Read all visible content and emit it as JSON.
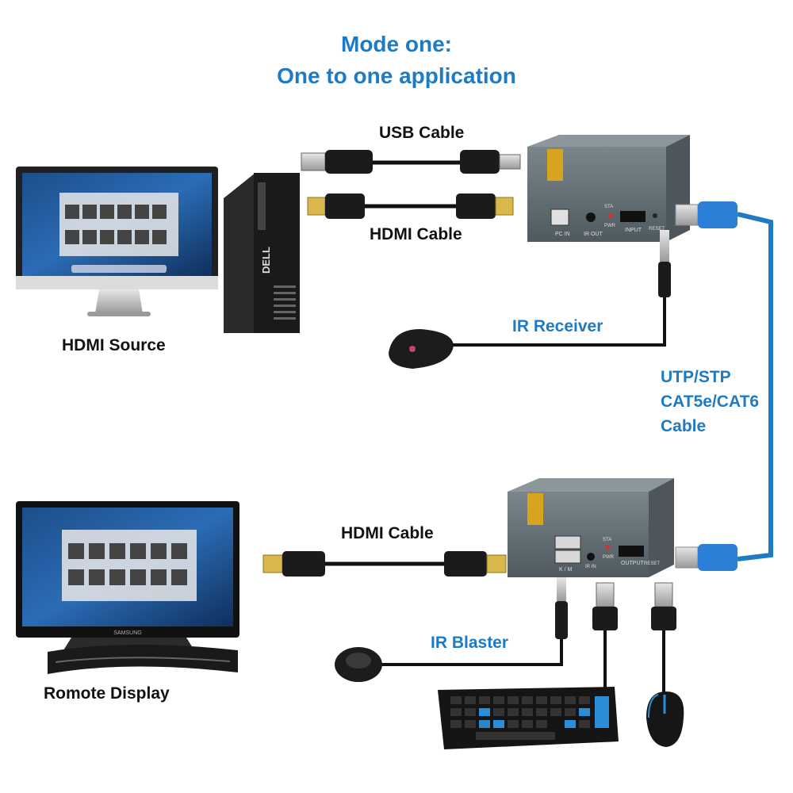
{
  "title": {
    "line1": "Mode one:",
    "line2": "One to one application"
  },
  "labels": {
    "usb_cable": "USB Cable",
    "hdmi_cable_top": "HDMI Cable",
    "hdmi_source": "HDMI Source",
    "ir_receiver": "IR Receiver",
    "utp_line1": "UTP/STP",
    "utp_line2": "CAT5e/CAT6",
    "utp_line3": "Cable",
    "hdmi_cable_bottom": "HDMI Cable",
    "ir_blaster": "IR Blaster",
    "remote_display": "Romote Display"
  },
  "devices": {
    "transmitter_ports": [
      "PC IN",
      "IR OUT",
      "PWR",
      "STA",
      "INPUT",
      "RESET"
    ],
    "receiver_ports": [
      "K / M",
      "IR IN",
      "PWR",
      "STA",
      "OUTPUT",
      "RESET"
    ],
    "pc_brand": "DELL",
    "display_brand": "SAMSUNG"
  },
  "colors": {
    "title_blue": "#1f7ac4",
    "utp_cable": "#1f7ac4",
    "device_grey": "#5f6b70",
    "hdmi_gold": "#d8b84a"
  }
}
